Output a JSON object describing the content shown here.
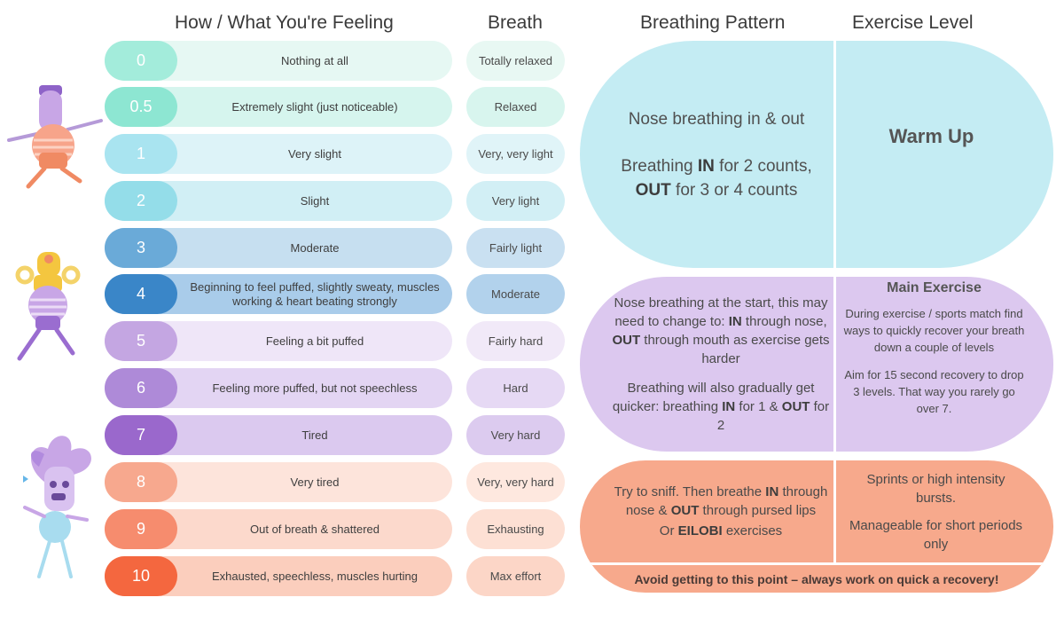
{
  "headers": {
    "feeling": "How / What You're Feeling",
    "breath": "Breath",
    "pattern": "Breathing Pattern",
    "level": "Exercise Level"
  },
  "rows": [
    {
      "num": "0",
      "feeling": "Nothing at all",
      "breath": "Totally relaxed"
    },
    {
      "num": "0.5",
      "feeling": "Extremely slight (just noticeable)",
      "breath": "Relaxed"
    },
    {
      "num": "1",
      "feeling": "Very slight",
      "breath": "Very, very light"
    },
    {
      "num": "2",
      "feeling": "Slight",
      "breath": "Very light"
    },
    {
      "num": "3",
      "feeling": "Moderate",
      "breath": "Fairly light"
    },
    {
      "num": "4",
      "feeling": "Beginning to feel puffed, slightly sweaty, muscles working & heart beating strongly",
      "breath": "Moderate"
    },
    {
      "num": "5",
      "feeling": "Feeling a bit puffed",
      "breath": "Fairly hard"
    },
    {
      "num": "6",
      "feeling": "Feeling more puffed, but not speechless",
      "breath": "Hard"
    },
    {
      "num": "7",
      "feeling": "Tired",
      "breath": "Very hard"
    },
    {
      "num": "8",
      "feeling": "Very tired",
      "breath": "Very, very hard"
    },
    {
      "num": "9",
      "feeling": "Out of breath & shattered",
      "breath": "Exhausting"
    },
    {
      "num": "10",
      "feeling": "Exhausted, speechless, muscles hurting",
      "breath": "Max effort"
    }
  ],
  "warmup": {
    "pattern_line1": "Nose breathing in & out",
    "pattern_line2_a": "Breathing ",
    "pattern_line2_b": "IN",
    "pattern_line2_c": " for 2 counts,",
    "pattern_line3_a": "OUT",
    "pattern_line3_b": " for 3 or 4 counts",
    "level": "Warm Up"
  },
  "main": {
    "pattern_p1_a": "Nose breathing at the start, this may need to change to: ",
    "pattern_p1_b": "IN",
    "pattern_p1_c": " through nose, ",
    "pattern_p1_d": "OUT",
    "pattern_p1_e": " through mouth as exercise gets harder",
    "pattern_p2_a": "Breathing will also gradually get quicker: breathing ",
    "pattern_p2_b": "IN",
    "pattern_p2_c": " for 1 & ",
    "pattern_p2_d": "OUT",
    "pattern_p2_e": " for 2",
    "level_title": "Main Exercise",
    "level_p1": "During exercise / sports match find ways to quickly recover your breath down a couple of levels",
    "level_p2": "Aim for 15 second recovery to drop 3 levels. That way you rarely go over 7."
  },
  "high": {
    "pattern_a": "Try to sniff. Then breathe ",
    "pattern_b": "IN",
    "pattern_c": " through nose & ",
    "pattern_d": "OUT",
    "pattern_e": " through pursed lips",
    "pattern_f": "Or ",
    "pattern_g": "EILOBI",
    "pattern_h": " exercises",
    "level_p1": "Sprints or high intensity bursts.",
    "level_p2": "Manageable for short periods only",
    "footer": "Avoid getting to this point – always work on quick a recovery!"
  },
  "colors": {
    "num": [
      "#a3ecdb",
      "#8de6d2",
      "#a9e4f0",
      "#94dde9",
      "#6aaad8",
      "#3a86c8",
      "#c4a6e2",
      "#ae8ad8",
      "#9a68cc",
      "#f7a88e",
      "#f68c6e",
      "#f4673f"
    ],
    "feel": [
      "#e6f8f3",
      "#d6f5ee",
      "#ddf3f8",
      "#d1eff5",
      "#c6dff0",
      "#a9ccea",
      "#efe6f8",
      "#e3d5f3",
      "#dbc9ef",
      "#fde4db",
      "#fcd9cc",
      "#fbcebd"
    ],
    "breath": [
      "#e8f8f3",
      "#d8f5ee",
      "#e0f4f8",
      "#d2eff5",
      "#c9e0f1",
      "#b2d2ec",
      "#f1e9f8",
      "#e6d9f4",
      "#dccbef",
      "#fee8df",
      "#fde0d4",
      "#fcd6c7"
    ],
    "warmup_panel": "#c4ecf3",
    "main_panel": "#dcc8ef",
    "high_panel": "#f7a98c"
  }
}
